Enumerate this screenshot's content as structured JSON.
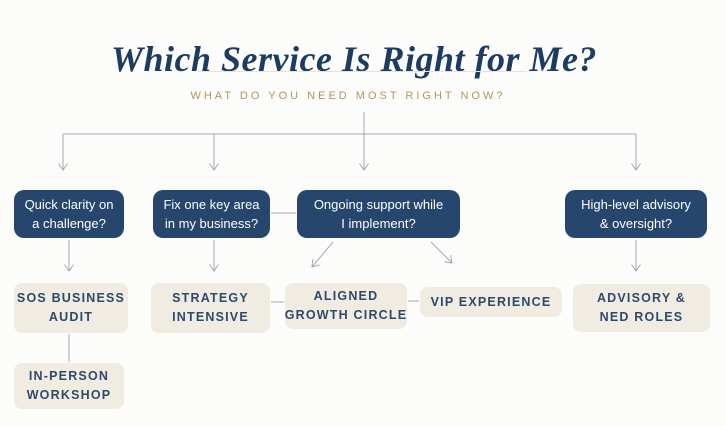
{
  "header": {
    "title": "Which Service Is Right for Me?",
    "subtitle": "WHAT DO YOU NEED MOST RIGHT NOW?"
  },
  "questions": [
    {
      "lines": [
        "Quick clarity on",
        "a challenge?"
      ]
    },
    {
      "lines": [
        "Fix one key area",
        "in my business?"
      ]
    },
    {
      "lines": [
        "Ongoing support while",
        "I implement?"
      ]
    },
    {
      "lines": [
        "High-level advisory",
        "& oversight?"
      ]
    }
  ],
  "services": [
    {
      "lines": [
        "SOS BUSINESS",
        "AUDIT"
      ]
    },
    {
      "lines": [
        "STRATEGY",
        "INTENSIVE"
      ]
    },
    {
      "lines": [
        "ALIGNED",
        "GROWTH CIRCLE"
      ]
    },
    {
      "lines": [
        "VIP EXPERIENCE"
      ]
    },
    {
      "lines": [
        "ADVISORY &",
        "NED ROLES"
      ]
    },
    {
      "lines": [
        "IN-PERSON",
        "WORKSHOP"
      ]
    }
  ],
  "colors": {
    "navy": "#26466d",
    "cream": "#f1ece2",
    "title_navy": "#1d3c61",
    "gold": "#b5945f",
    "line_gray": "#a9a9ad",
    "cream_text": "#2c4a6b"
  }
}
